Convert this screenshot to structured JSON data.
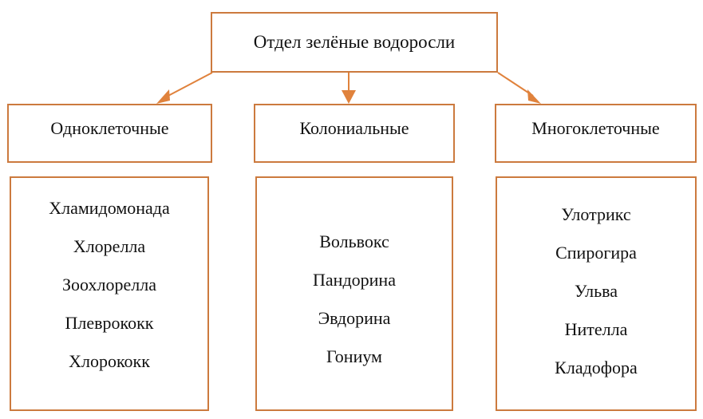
{
  "diagram": {
    "title": "Отдел зелёные водоросли",
    "accent_color": "#cc7a3e",
    "arrow_color": "#e0823c",
    "text_color": "#111111",
    "background_color": "#ffffff",
    "columns": [
      {
        "category": "Одноклеточные",
        "items": [
          "Хламидомонада",
          "Хлорелла",
          "Зоохлорелла",
          "Плеврококк",
          "Хлорококк"
        ]
      },
      {
        "category": "Колониальные",
        "items": [
          "Вольвокс",
          "Пандорина",
          "Эвдорина",
          "Гониум"
        ]
      },
      {
        "category": "Многоклеточные",
        "items": [
          "Улотрикс",
          "Спирогира",
          "Ульва",
          "Нителла",
          "Кладофора"
        ]
      }
    ]
  }
}
